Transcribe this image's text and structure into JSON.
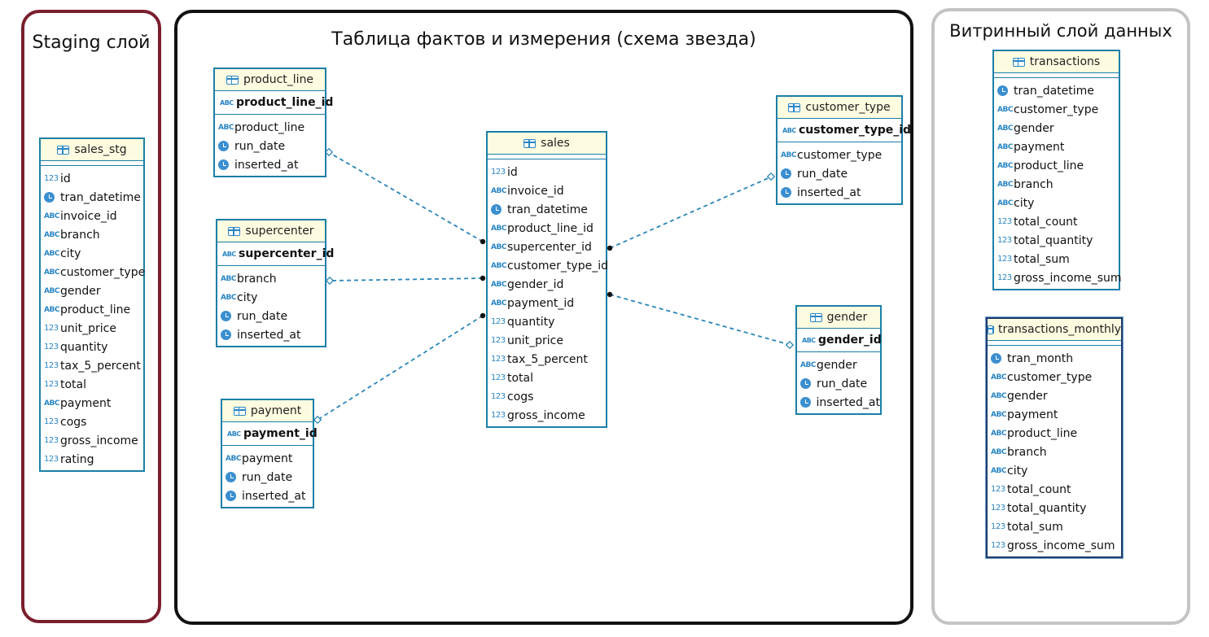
{
  "panels": {
    "staging": "Staging слой",
    "star": "Таблица фактов и измерения (схема звезда)",
    "mart": "Витринный слой данных"
  },
  "colors": {
    "staging_border": "#7a1f2e",
    "star_border": "#111111",
    "mart_border": "#c4c4c4",
    "table_border": "#1a7fa8",
    "header_bg": "#fefce0",
    "link": "#2a86b8"
  },
  "icon_types": {
    "n": "numeric-123-icon",
    "s": "text-abc-icon",
    "t": "clock-icon",
    "k": "key-abc-icon"
  },
  "tables": {
    "sales_stg": {
      "title": "sales_stg",
      "cols": [
        {
          "t": "n",
          "name": "id"
        },
        {
          "t": "t",
          "name": "tran_datetime"
        },
        {
          "t": "s",
          "name": "invoice_id"
        },
        {
          "t": "s",
          "name": "branch"
        },
        {
          "t": "s",
          "name": "city"
        },
        {
          "t": "s",
          "name": "customer_type"
        },
        {
          "t": "s",
          "name": "gender"
        },
        {
          "t": "s",
          "name": "product_line"
        },
        {
          "t": "n",
          "name": "unit_price"
        },
        {
          "t": "n",
          "name": "quantity"
        },
        {
          "t": "n",
          "name": "tax_5_percent"
        },
        {
          "t": "n",
          "name": "total"
        },
        {
          "t": "s",
          "name": "payment"
        },
        {
          "t": "n",
          "name": "cogs"
        },
        {
          "t": "n",
          "name": "gross_income"
        },
        {
          "t": "n",
          "name": "rating"
        }
      ]
    },
    "product_line": {
      "title": "product_line",
      "key": "product_line_id",
      "cols": [
        {
          "t": "s",
          "name": "product_line"
        },
        {
          "t": "t",
          "name": "run_date"
        },
        {
          "t": "t",
          "name": "inserted_at"
        }
      ]
    },
    "supercenter": {
      "title": "supercenter",
      "key": "supercenter_id",
      "cols": [
        {
          "t": "s",
          "name": "branch"
        },
        {
          "t": "s",
          "name": "city"
        },
        {
          "t": "t",
          "name": "run_date"
        },
        {
          "t": "t",
          "name": "inserted_at"
        }
      ]
    },
    "payment": {
      "title": "payment",
      "key": "payment_id",
      "cols": [
        {
          "t": "s",
          "name": "payment"
        },
        {
          "t": "t",
          "name": "run_date"
        },
        {
          "t": "t",
          "name": "inserted_at"
        }
      ]
    },
    "sales": {
      "title": "sales",
      "cols": [
        {
          "t": "n",
          "name": "id"
        },
        {
          "t": "s",
          "name": "invoice_id"
        },
        {
          "t": "t",
          "name": "tran_datetime"
        },
        {
          "t": "s",
          "name": "product_line_id"
        },
        {
          "t": "s",
          "name": "supercenter_id"
        },
        {
          "t": "s",
          "name": "customer_type_id"
        },
        {
          "t": "s",
          "name": "gender_id"
        },
        {
          "t": "s",
          "name": "payment_id"
        },
        {
          "t": "n",
          "name": "quantity"
        },
        {
          "t": "n",
          "name": "unit_price"
        },
        {
          "t": "n",
          "name": "tax_5_percent"
        },
        {
          "t": "n",
          "name": "total"
        },
        {
          "t": "n",
          "name": "cogs"
        },
        {
          "t": "n",
          "name": "gross_income"
        }
      ]
    },
    "customer_type": {
      "title": "customer_type",
      "key": "customer_type_id",
      "cols": [
        {
          "t": "s",
          "name": "customer_type"
        },
        {
          "t": "t",
          "name": "run_date"
        },
        {
          "t": "t",
          "name": "inserted_at"
        }
      ]
    },
    "gender": {
      "title": "gender",
      "key": "gender_id",
      "cols": [
        {
          "t": "s",
          "name": "gender"
        },
        {
          "t": "t",
          "name": "run_date"
        },
        {
          "t": "t",
          "name": "inserted_at"
        }
      ]
    },
    "transactions": {
      "title": "transactions",
      "cols": [
        {
          "t": "t",
          "name": "tran_datetime"
        },
        {
          "t": "s",
          "name": "customer_type"
        },
        {
          "t": "s",
          "name": "gender"
        },
        {
          "t": "s",
          "name": "payment"
        },
        {
          "t": "s",
          "name": "product_line"
        },
        {
          "t": "s",
          "name": "branch"
        },
        {
          "t": "s",
          "name": "city"
        },
        {
          "t": "n",
          "name": "total_count"
        },
        {
          "t": "n",
          "name": "total_quantity"
        },
        {
          "t": "n",
          "name": "total_sum"
        },
        {
          "t": "n",
          "name": "gross_income_sum"
        }
      ]
    },
    "transactions_monthly": {
      "title": "transactions_monthly",
      "cols": [
        {
          "t": "t",
          "name": "tran_month"
        },
        {
          "t": "s",
          "name": "customer_type"
        },
        {
          "t": "s",
          "name": "gender"
        },
        {
          "t": "s",
          "name": "payment"
        },
        {
          "t": "s",
          "name": "product_line"
        },
        {
          "t": "s",
          "name": "branch"
        },
        {
          "t": "s",
          "name": "city"
        },
        {
          "t": "n",
          "name": "total_count"
        },
        {
          "t": "n",
          "name": "total_quantity"
        },
        {
          "t": "n",
          "name": "total_sum"
        },
        {
          "t": "n",
          "name": "gross_income_sum"
        }
      ]
    }
  },
  "relations": [
    {
      "from": "sales",
      "to": "product_line"
    },
    {
      "from": "sales",
      "to": "supercenter"
    },
    {
      "from": "sales",
      "to": "payment"
    },
    {
      "from": "sales",
      "to": "customer_type"
    },
    {
      "from": "sales",
      "to": "gender"
    }
  ]
}
